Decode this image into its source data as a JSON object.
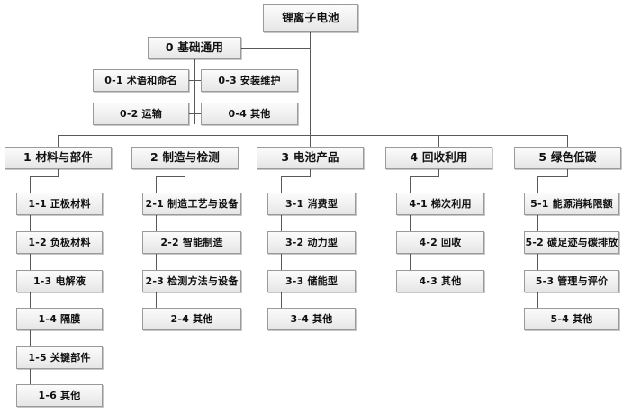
{
  "diagram": {
    "type": "tree",
    "title_node": "锂离子电池",
    "root": {
      "label": "锂离子电池"
    },
    "group0": {
      "label": "0 基础通用",
      "children": [
        {
          "label": "0-1 术语和命名"
        },
        {
          "label": "0-2 运输"
        },
        {
          "label": "0-3 安装维护"
        },
        {
          "label": "0-4 其他"
        }
      ]
    },
    "branches": [
      {
        "label": "1 材料与部件",
        "children": [
          {
            "label": "1-1 正极材料"
          },
          {
            "label": "1-2 负极材料"
          },
          {
            "label": "1-3 电解液"
          },
          {
            "label": "1-4 隔膜"
          },
          {
            "label": "1-5 关键部件"
          },
          {
            "label": "1-6 其他"
          }
        ]
      },
      {
        "label": "2 制造与检测",
        "children": [
          {
            "label": "2-1 制造工艺与设备"
          },
          {
            "label": "2-2 智能制造"
          },
          {
            "label": "2-3 检测方法与设备"
          },
          {
            "label": "2-4 其他"
          }
        ]
      },
      {
        "label": "3 电池产品",
        "children": [
          {
            "label": "3-1 消费型"
          },
          {
            "label": "3-2 动力型"
          },
          {
            "label": "3-3 储能型"
          },
          {
            "label": "3-4 其他"
          }
        ]
      },
      {
        "label": "4 回收利用",
        "children": [
          {
            "label": "4-1 梯次利用"
          },
          {
            "label": "4-2 回收"
          },
          {
            "label": "4-3 其他"
          }
        ]
      },
      {
        "label": "5 绿色低碳",
        "children": [
          {
            "label": "5-1 能源消耗限额"
          },
          {
            "label": "5-2 碳足迹与碳排放"
          },
          {
            "label": "5-3 管理与评价"
          },
          {
            "label": "5-4 其他"
          }
        ]
      }
    ],
    "colors": {
      "box_border": "#9a9a9a",
      "box_fill_top": "#fbfbfb",
      "box_fill_bottom": "#e6e6e6",
      "line": "#595959",
      "text": "#111111",
      "background": "#ffffff"
    }
  }
}
